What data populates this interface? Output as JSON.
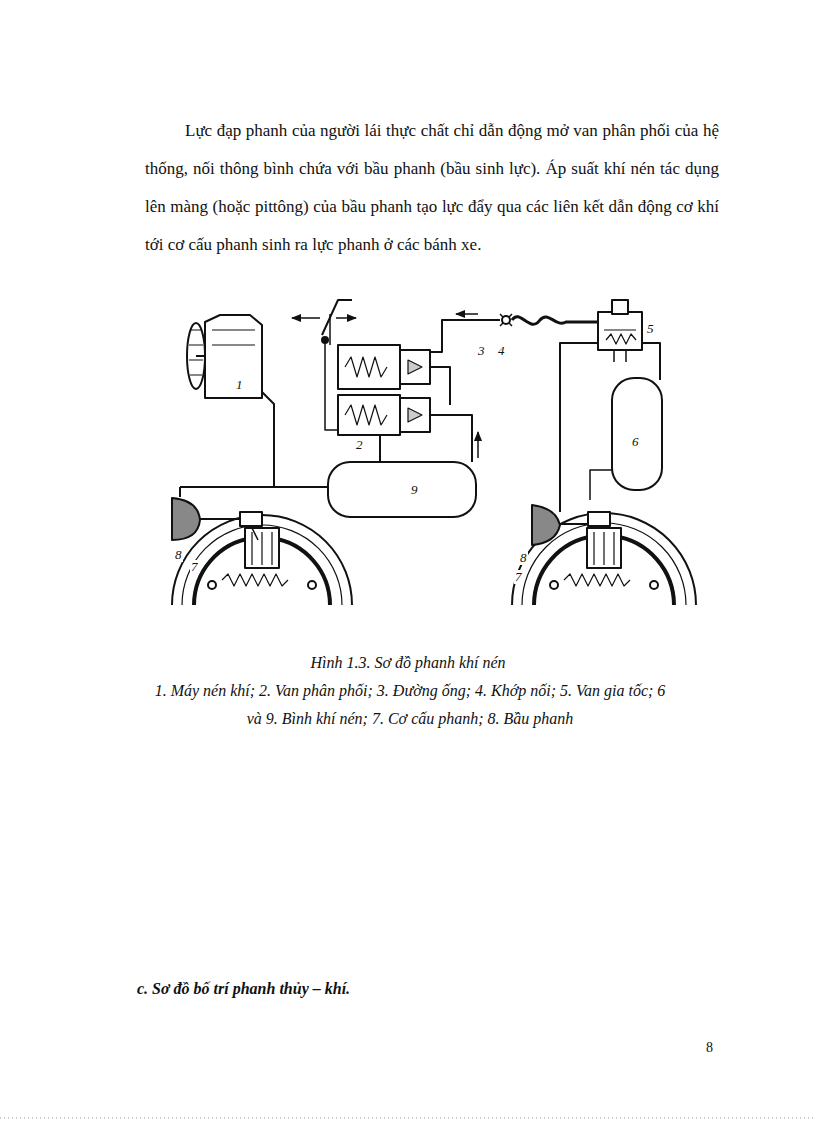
{
  "diagram": {
    "caption": "Hình 1.3. Sơ đồ phanh khí nén",
    "labels": [
      "Lực đạp phanh của người lái thực chất chỉ dẫn động mở van phân phối của hệ thống, nối thông bình chứa với bầu phanh (bầu sinh lực). Áp suất khí nén tác dụng lên màng (hoặc pittông) của bầu phanh tạo lực đẩy qua các liên kết dẫn động cơ khí tới cơ cấu phanh sinh ra lực phanh ở các bánh xe.",
      "3",
      "4",
      "5",
      "1",
      "2",
      "6",
      "9",
      "8",
      "7",
      "8",
      "7",
      "1. Máy nén khí; 2. Van phân phối; 3. Đường ống; 4. Khớp nối; 5. Van gia tốc; 6 và 9. Bình khí nén; 7. Cơ cấu phanh; 8. Bầu phanh",
      "c. Sơ đồ bố trí phanh thủy – khí.",
      "8"
    ]
  }
}
